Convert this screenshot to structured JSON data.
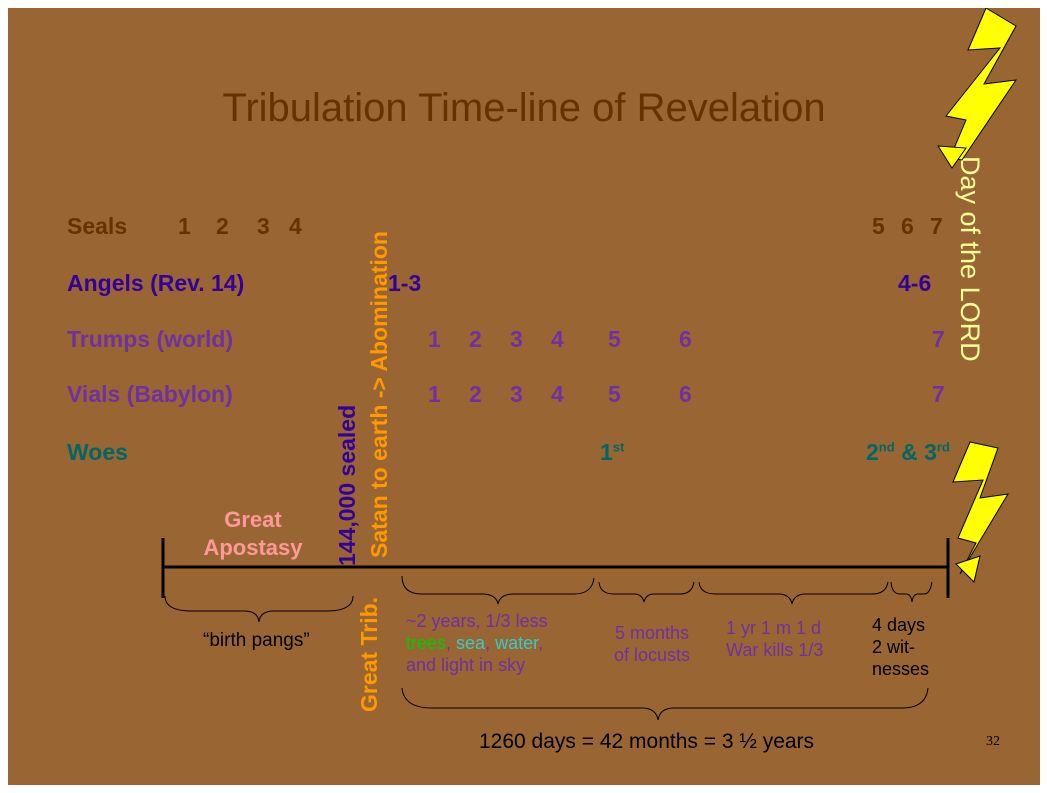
{
  "title": "Tribulation Time-line of Revelation",
  "rows": {
    "seals": {
      "label": "Seals",
      "early": [
        "1",
        "2",
        "3",
        "4"
      ],
      "late": [
        "5",
        "6",
        "7"
      ]
    },
    "angels": {
      "label": "Angels (Rev. 14)",
      "early": "1-3",
      "late": "4-6"
    },
    "trumps": {
      "label": "Trumps (world)",
      "nums": [
        "1",
        "2",
        "3",
        "4",
        "5",
        "6"
      ],
      "last": "7"
    },
    "vials": {
      "label": "Vials (Babylon)",
      "nums": [
        "1",
        "2",
        "3",
        "4",
        "5",
        "6"
      ],
      "last": "7"
    },
    "woes": {
      "label": "Woes",
      "first": "1",
      "first_sup": "st",
      "second": "2",
      "second_sup": "nd",
      "amp": " & ",
      "third": "3",
      "third_sup": "rd"
    }
  },
  "vertical": {
    "sealed": "144,000 sealed",
    "satan": "Satan to earth -> Abomination",
    "great_trib": "Great Trib.",
    "day_lord": "Day of the LORD"
  },
  "apostasy": {
    "line1": "Great",
    "line2": "Apostasy"
  },
  "segments": {
    "birth_pangs": "“birth pangs”",
    "two_years_line1": "~2 years, 1/3 less",
    "trees": "trees",
    "comma1": ", ",
    "sea": "sea",
    "comma2": ", ",
    "water": "water",
    "comma3": ",",
    "two_years_line3": "and light in sky",
    "locusts_line1": "5 months",
    "locusts_line2": "of locusts",
    "war_line1": "1 yr 1 m 1 d",
    "war_line2": "War kills 1/3",
    "witness_line1": "4 days",
    "witness_line2": "2 wit-",
    "witness_line3": "nesses"
  },
  "total": "1260 days = 42 months = 3 ½ years",
  "page_number": "32",
  "colors": {
    "background": "#996633",
    "title": "#663300",
    "seals": "#663300",
    "angels": "#330099",
    "trumps_vials": "#7030A0",
    "woes": "#006666",
    "apostasy": "#FF9999",
    "satan": "#FF9900",
    "lightning": "#FFFF00",
    "trees": "#00CC00",
    "sea": "#33CCCC"
  }
}
